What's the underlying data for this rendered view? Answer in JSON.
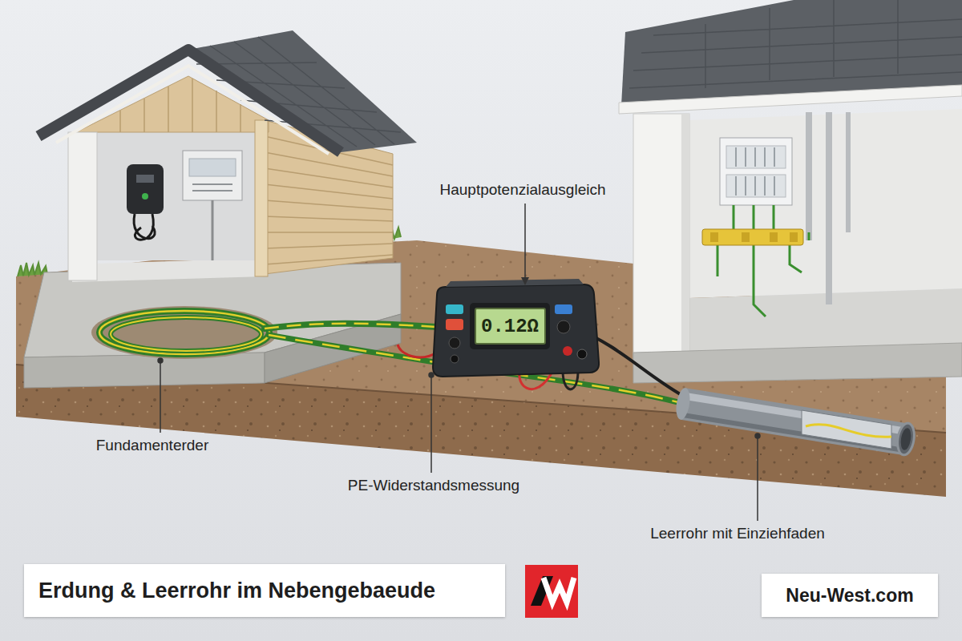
{
  "diagram": {
    "title": "Erdung & Leerrohr im Nebengebaeude",
    "nodes": [
      {
        "text": [
          "0.12Ω"
        ]
      },
      {
        "text": [
          "Neu-West.com"
        ]
      }
    ],
    "labels": [
      "Hauptpotenzialausgleich",
      "Fundamenterder",
      "PE-Widerstandsmessung",
      "Leerrohr mit Einziehfaden"
    ]
  }
}
